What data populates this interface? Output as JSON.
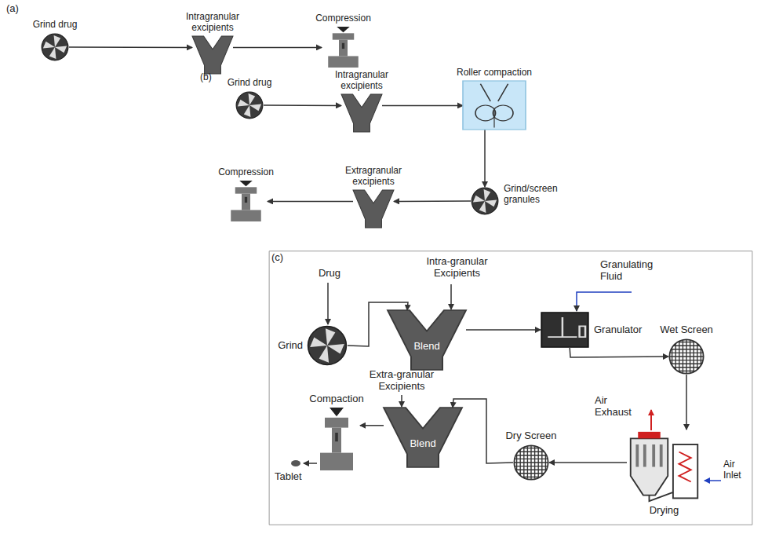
{
  "diagram": {
    "nodes": [
      {
        "text": [
          "Grind drug"
        ]
      },
      {
        "text": [
          "Intragranular excipients"
        ]
      },
      {
        "text": [
          "Compression"
        ]
      },
      {
        "text": [
          "Grind drug"
        ]
      },
      {
        "text": [
          "Intragranular excipients"
        ]
      },
      {
        "text": [
          "Roller compaction"
        ]
      },
      {
        "text": [
          "Grind/screen granules"
        ]
      },
      {
        "text": [
          "Extragranular excipients"
        ]
      },
      {
        "text": [
          "Compression"
        ]
      },
      {
        "text": [
          "(c)"
        ]
      },
      {
        "text": [
          "Grind"
        ],
        "in": 9
      },
      {
        "text": [
          "Blend"
        ],
        "in": 9
      },
      {
        "text": [
          "Granulator"
        ],
        "in": 9
      },
      {
        "text": [
          "Wet Screen"
        ],
        "in": 9
      },
      {
        "text": [
          "Drying"
        ],
        "in": 9
      },
      {
        "text": [
          "Dry Screen"
        ],
        "in": 9
      },
      {
        "text": [
          "Blend"
        ],
        "in": 9
      },
      {
        "text": [
          "Compaction"
        ],
        "in": 9
      }
    ],
    "edges": [
      {
        "from": 0,
        "to": 1,
        "arrow": "to"
      },
      {
        "from": 1,
        "to": 2,
        "arrow": "to"
      },
      {
        "from": 3,
        "to": 4,
        "arrow": "to"
      },
      {
        "from": 4,
        "to": 5,
        "arrow": "to"
      },
      {
        "from": 5,
        "to": 6,
        "arrow": "to"
      },
      {
        "from": 6,
        "to": 7,
        "arrow": "to"
      },
      {
        "from": 7,
        "to": 8,
        "arrow": "to"
      },
      {
        "from": 10,
        "to": 11,
        "arrow": "to"
      },
      {
        "from": 11,
        "to": 12,
        "arrow": "to"
      },
      {
        "from": 12,
        "to": 13,
        "arrow": "to"
      },
      {
        "from": 13,
        "to": 14,
        "arrow": "to"
      },
      {
        "from": 14,
        "to": 15,
        "arrow": "to"
      },
      {
        "from": 15,
        "to": 16,
        "arrow": "to"
      },
      {
        "from": 16,
        "to": 17,
        "arrow": "to"
      }
    ],
    "labels": [
      "(a)",
      "(b)",
      "Drug",
      "Intra-granular Excipients",
      "Granulating Fluid",
      "Air Exhaust",
      "Air Inlet",
      "Extra-granular Excipients",
      "Tablet"
    ]
  }
}
